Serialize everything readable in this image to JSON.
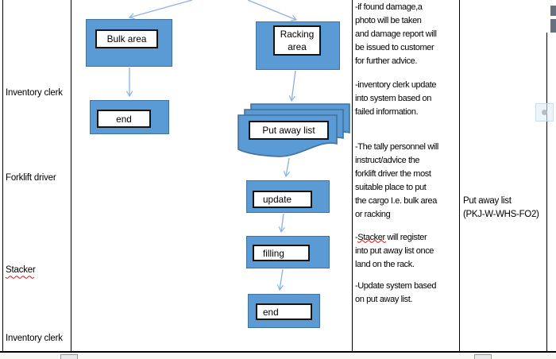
{
  "colors": {
    "node_fill": "#5B9BD5",
    "node_border": "#41719C",
    "arrow": "#8FB4E3",
    "spellcheck_red": "#E00000"
  },
  "lanes": {
    "lane1": "Inventory clerk",
    "lane2": "Forklift driver",
    "lane3": "Stacker",
    "lane4": "Inventory clerk"
  },
  "nodes": {
    "bulk_area": "Bulk area",
    "racking_area": "Racking area",
    "end_left": "end",
    "put_away_list": "Put away list",
    "update": "update",
    "filling": "filling",
    "end_bottom": "end"
  },
  "notes": {
    "damage": "-if found damage,a\nphoto will be taken\nand damage report will\nbe issued to customer\nfor further advice.",
    "inventory_update": "-inventory clerk update\ninto system based on\nfailed information.",
    "tally": "-The tally personnel will\ninstruct/advice the\nforklift driver the most\nsuitable place to put\nthe cargo I.e. bulk area\nor racking",
    "stacker_register": "-Stacker will register\ninto put away list once\nland on the rack.",
    "update_system": "-Update system based\non put away list."
  },
  "reference": "Put away list\n(PKJ-W-WHS-FO2)"
}
